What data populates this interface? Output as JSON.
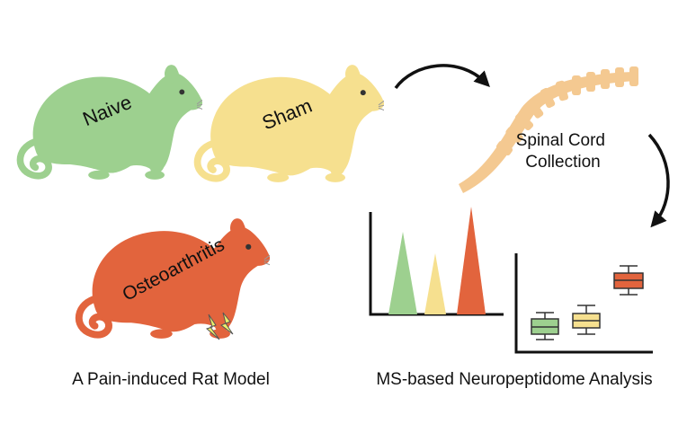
{
  "colors": {
    "naive": "#9dd08f",
    "sham": "#f6e08f",
    "osteoarthritis": "#e2643d",
    "spine": "#f4c991",
    "outline": "#222222",
    "lightning": "#ecef6a"
  },
  "groups": {
    "naive": "Naive",
    "sham": "Sham",
    "osteoarthritis": "Osteoarthritis"
  },
  "labels": {
    "model_caption": "A Pain-induced Rat Model",
    "collection_line1": "Spinal Cord",
    "collection_line2": "Collection",
    "analysis_caption": "MS-based Neuropeptidome Analysis"
  },
  "icons": [
    "rat-icon",
    "spine-icon",
    "lightning-icon",
    "curved-arrow-icon"
  ]
}
